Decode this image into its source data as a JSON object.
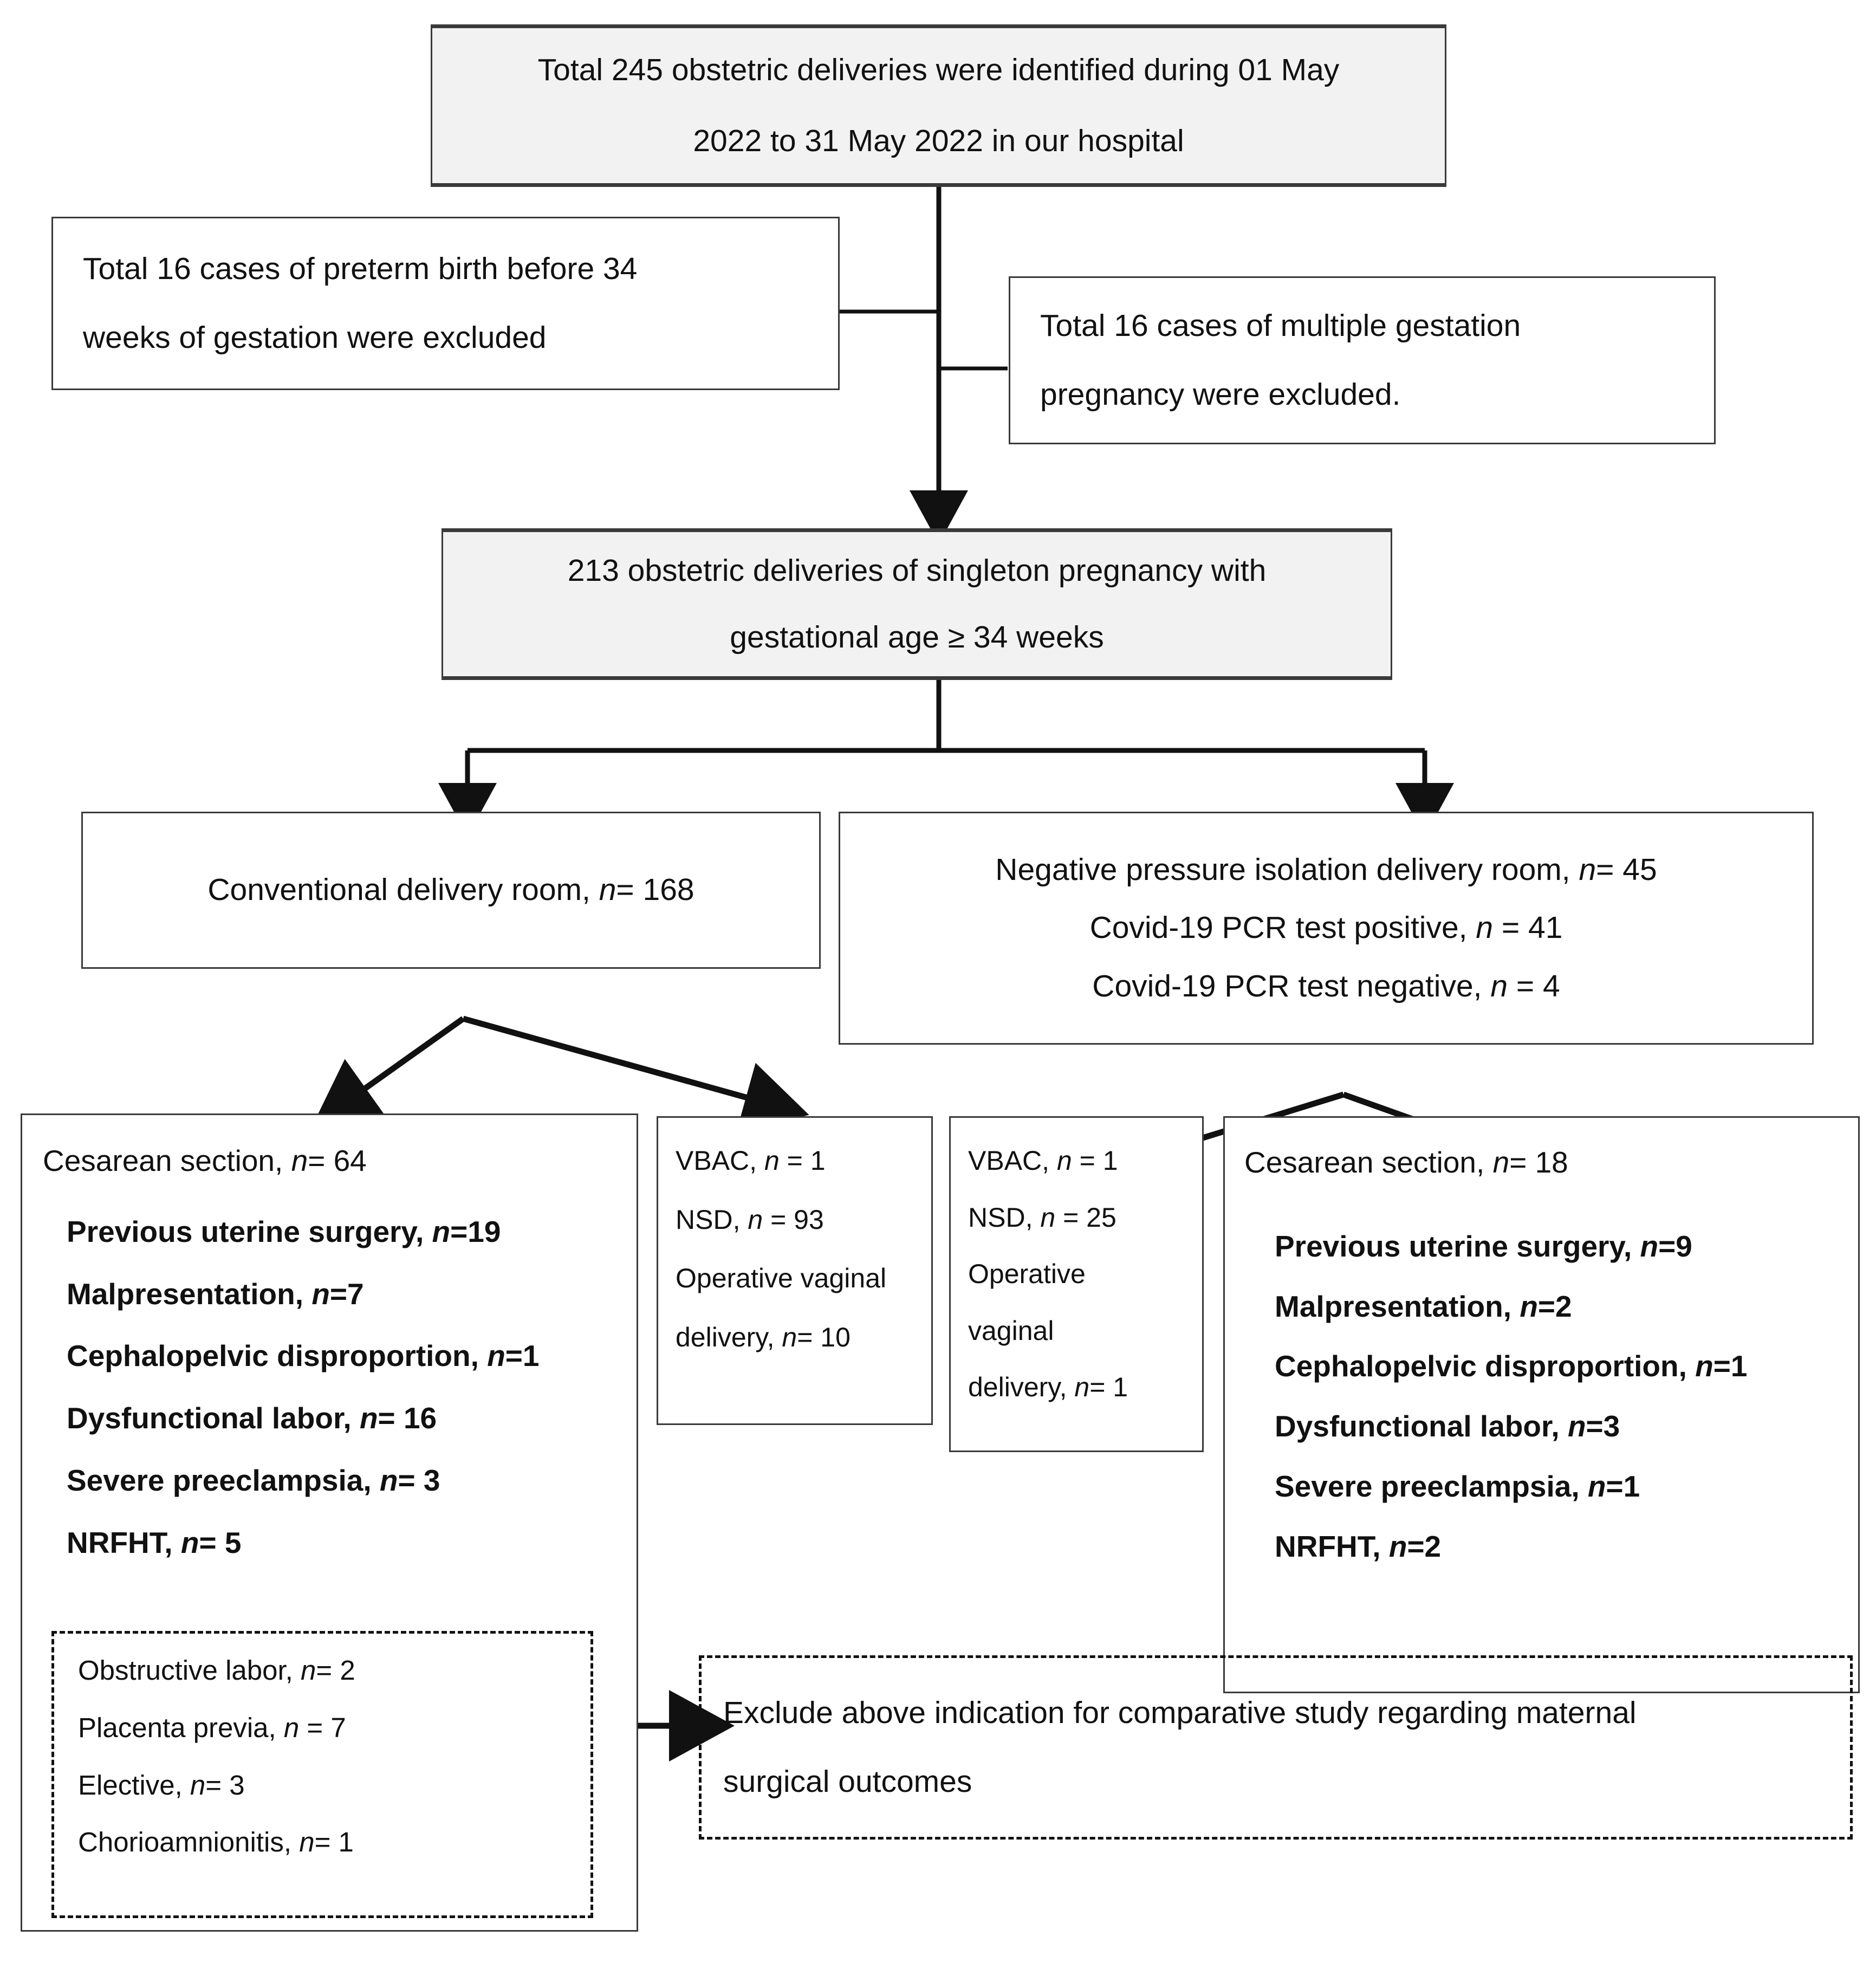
{
  "figure": {
    "type": "flowchart",
    "title": "Study flow diagram of obstetric deliveries",
    "colors": {
      "shaded_box_fill": "#f2f2f2",
      "box_stroke": "#3a3a3a",
      "line": "#111111",
      "text": "#111111"
    }
  },
  "nodes": {
    "total_deliveries": {
      "line1": "Total 245 obstetric deliveries were identified during 01 May",
      "line2": "2022 to 31 May 2022 in our hospital"
    },
    "exclude_preterm": {
      "line1": "Total 16 cases of preterm birth before 34",
      "line2": "weeks of gestation were excluded"
    },
    "exclude_multiple": {
      "line1": "Total 16 cases of multiple gestation",
      "line2": "pregnancy were excluded."
    },
    "singleton": {
      "line1": "213 obstetric deliveries of singleton pregnancy with",
      "line2": "gestational age ≥ 34 weeks"
    },
    "conventional_room": {
      "line1": "Conventional delivery room, n= 168"
    },
    "negative_pressure_room": {
      "line1": "Negative pressure isolation delivery room, n= 45",
      "line2": "Covid-19 PCR test positive, n = 41",
      "line3": "Covid-19 PCR test negative, n = 4"
    },
    "cesarean_left": {
      "heading": "Cesarean section, n= 64",
      "indications": [
        "Previous uterine surgery, n=19",
        "Malpresentation, n=7",
        "Cephalopelvic disproportion, n=1",
        "Dysfunctional labor, n= 16",
        "Severe preeclampsia, n= 3",
        "NRFHT, n= 5"
      ],
      "excluded_indications": [
        "Obstructive labor, n= 2",
        "Placenta previa, n = 7",
        "Elective, n= 3",
        "Chorioamnionitis, n= 1"
      ]
    },
    "vaginal_left": {
      "lines": [
        "VBAC, n = 1",
        "NSD, n = 93",
        "Operative vaginal",
        "delivery, n= 10"
      ]
    },
    "vaginal_right": {
      "lines": [
        "VBAC, n = 1",
        "NSD, n = 25",
        "Operative",
        "vaginal",
        "delivery, n= 1"
      ]
    },
    "cesarean_right": {
      "heading": "Cesarean section, n= 18",
      "indications": [
        "Previous uterine surgery, n=9",
        "Malpresentation, n=2",
        "Cephalopelvic disproportion, n=1",
        "Dysfunctional labor, n=3",
        "Severe preeclampsia, n=1",
        "NRFHT, n=2"
      ]
    },
    "exclude_outcomes": {
      "line1": "Exclude above indication for comparative study regarding maternal",
      "line2": "surgical outcomes"
    }
  }
}
